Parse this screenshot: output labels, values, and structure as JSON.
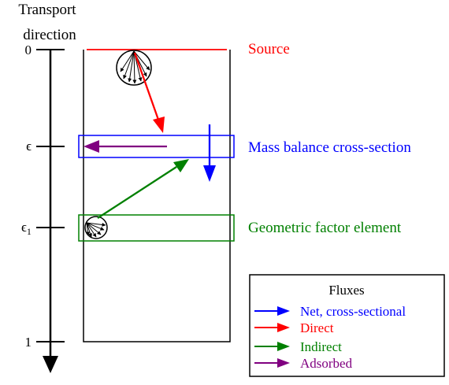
{
  "axis": {
    "title_line1": "Transport",
    "title_line2": "direction",
    "tick_0": "0",
    "tick_eps": "ϵ",
    "tick_eps1": "ϵ",
    "tick_eps1_sub": "1",
    "tick_1": "1"
  },
  "labels": {
    "source": "Source",
    "mass_balance": "Mass balance cross-section",
    "geometric": "Geometric factor element"
  },
  "legend": {
    "title": "Fluxes",
    "items": [
      {
        "label": "Net, cross-sectional",
        "color": "#0000ff"
      },
      {
        "label": "Direct",
        "color": "#ff0000"
      },
      {
        "label": "Indirect",
        "color": "#008000"
      },
      {
        "label": "Adsorbed",
        "color": "#800080"
      }
    ]
  },
  "colors": {
    "source": "#ff0000",
    "mass_balance": "#0000ff",
    "geometric": "#008000",
    "adsorbed": "#800080",
    "axis": "#000000"
  }
}
